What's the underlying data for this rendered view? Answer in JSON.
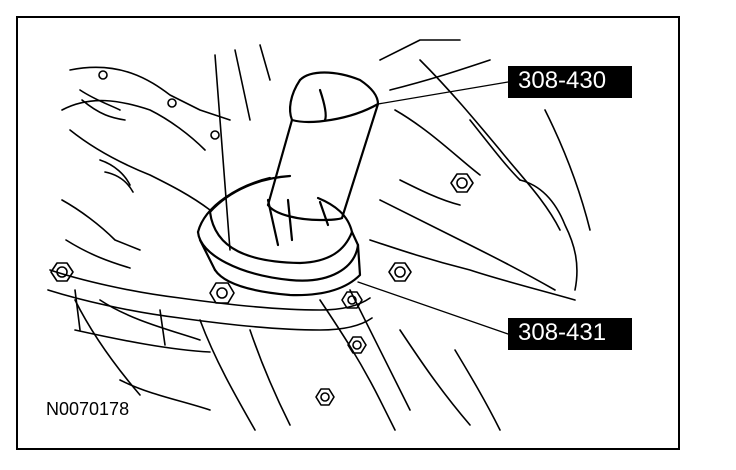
{
  "figure_id": "N0070178",
  "callouts": {
    "upper": "308-430",
    "lower": "308-431"
  },
  "colors": {
    "line": "#000000",
    "background": "#ffffff",
    "callout_fill": "#000000",
    "callout_text": "#ffffff"
  }
}
